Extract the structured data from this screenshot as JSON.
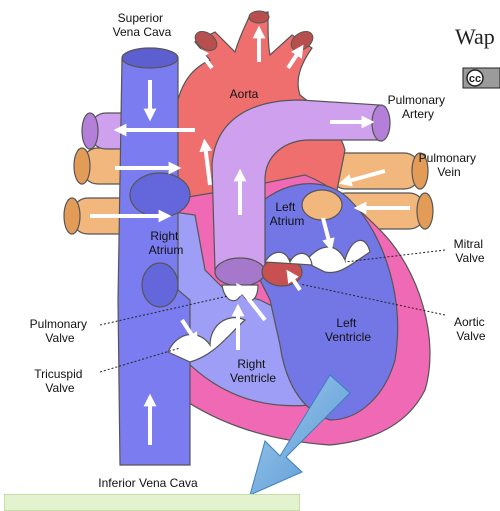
{
  "labels": {
    "superior_vena_cava": [
      "Superior",
      "Vena Cava"
    ],
    "aorta": "Aorta",
    "pulmonary_artery": [
      "Pulmonary",
      "Artery"
    ],
    "pulmonary_vein": [
      "Pulmonary",
      "Vein"
    ],
    "right_atrium": [
      "Right",
      "Atrium"
    ],
    "left_atrium": [
      "Left",
      "Atrium"
    ],
    "mitral_valve": [
      "Mitral",
      "Valve"
    ],
    "pulmonary_valve": [
      "Pulmonary",
      "Valve"
    ],
    "aortic_valve": [
      "Aortic",
      "Valve"
    ],
    "left_ventricle": [
      "Left",
      "Ventricle"
    ],
    "tricuspid_valve": [
      "Tricuspid",
      "Valve"
    ],
    "right_ventricle": [
      "Right",
      "Ventricle"
    ],
    "inferior_vena_cava": "Inferior Vena Cava"
  },
  "watermark": "Wap",
  "license_badge": "cc",
  "colors": {
    "vena_cava": "#7b7cf0",
    "aorta": "#ef6f6f",
    "pulmonary_artery": "#cfa0ee",
    "pulmonary_vein": "#f2b77c",
    "heart_wall": "#f069b4",
    "right_chamber": "#9f9ef6",
    "left_chamber": "#7377e6",
    "pointer_arrow": "#5b9fd7",
    "bottom_box": "#e3f2cf"
  },
  "icons": {
    "flow_arrow": "white-arrow-icon",
    "pointer": "blue-pointer-arrow-icon"
  }
}
